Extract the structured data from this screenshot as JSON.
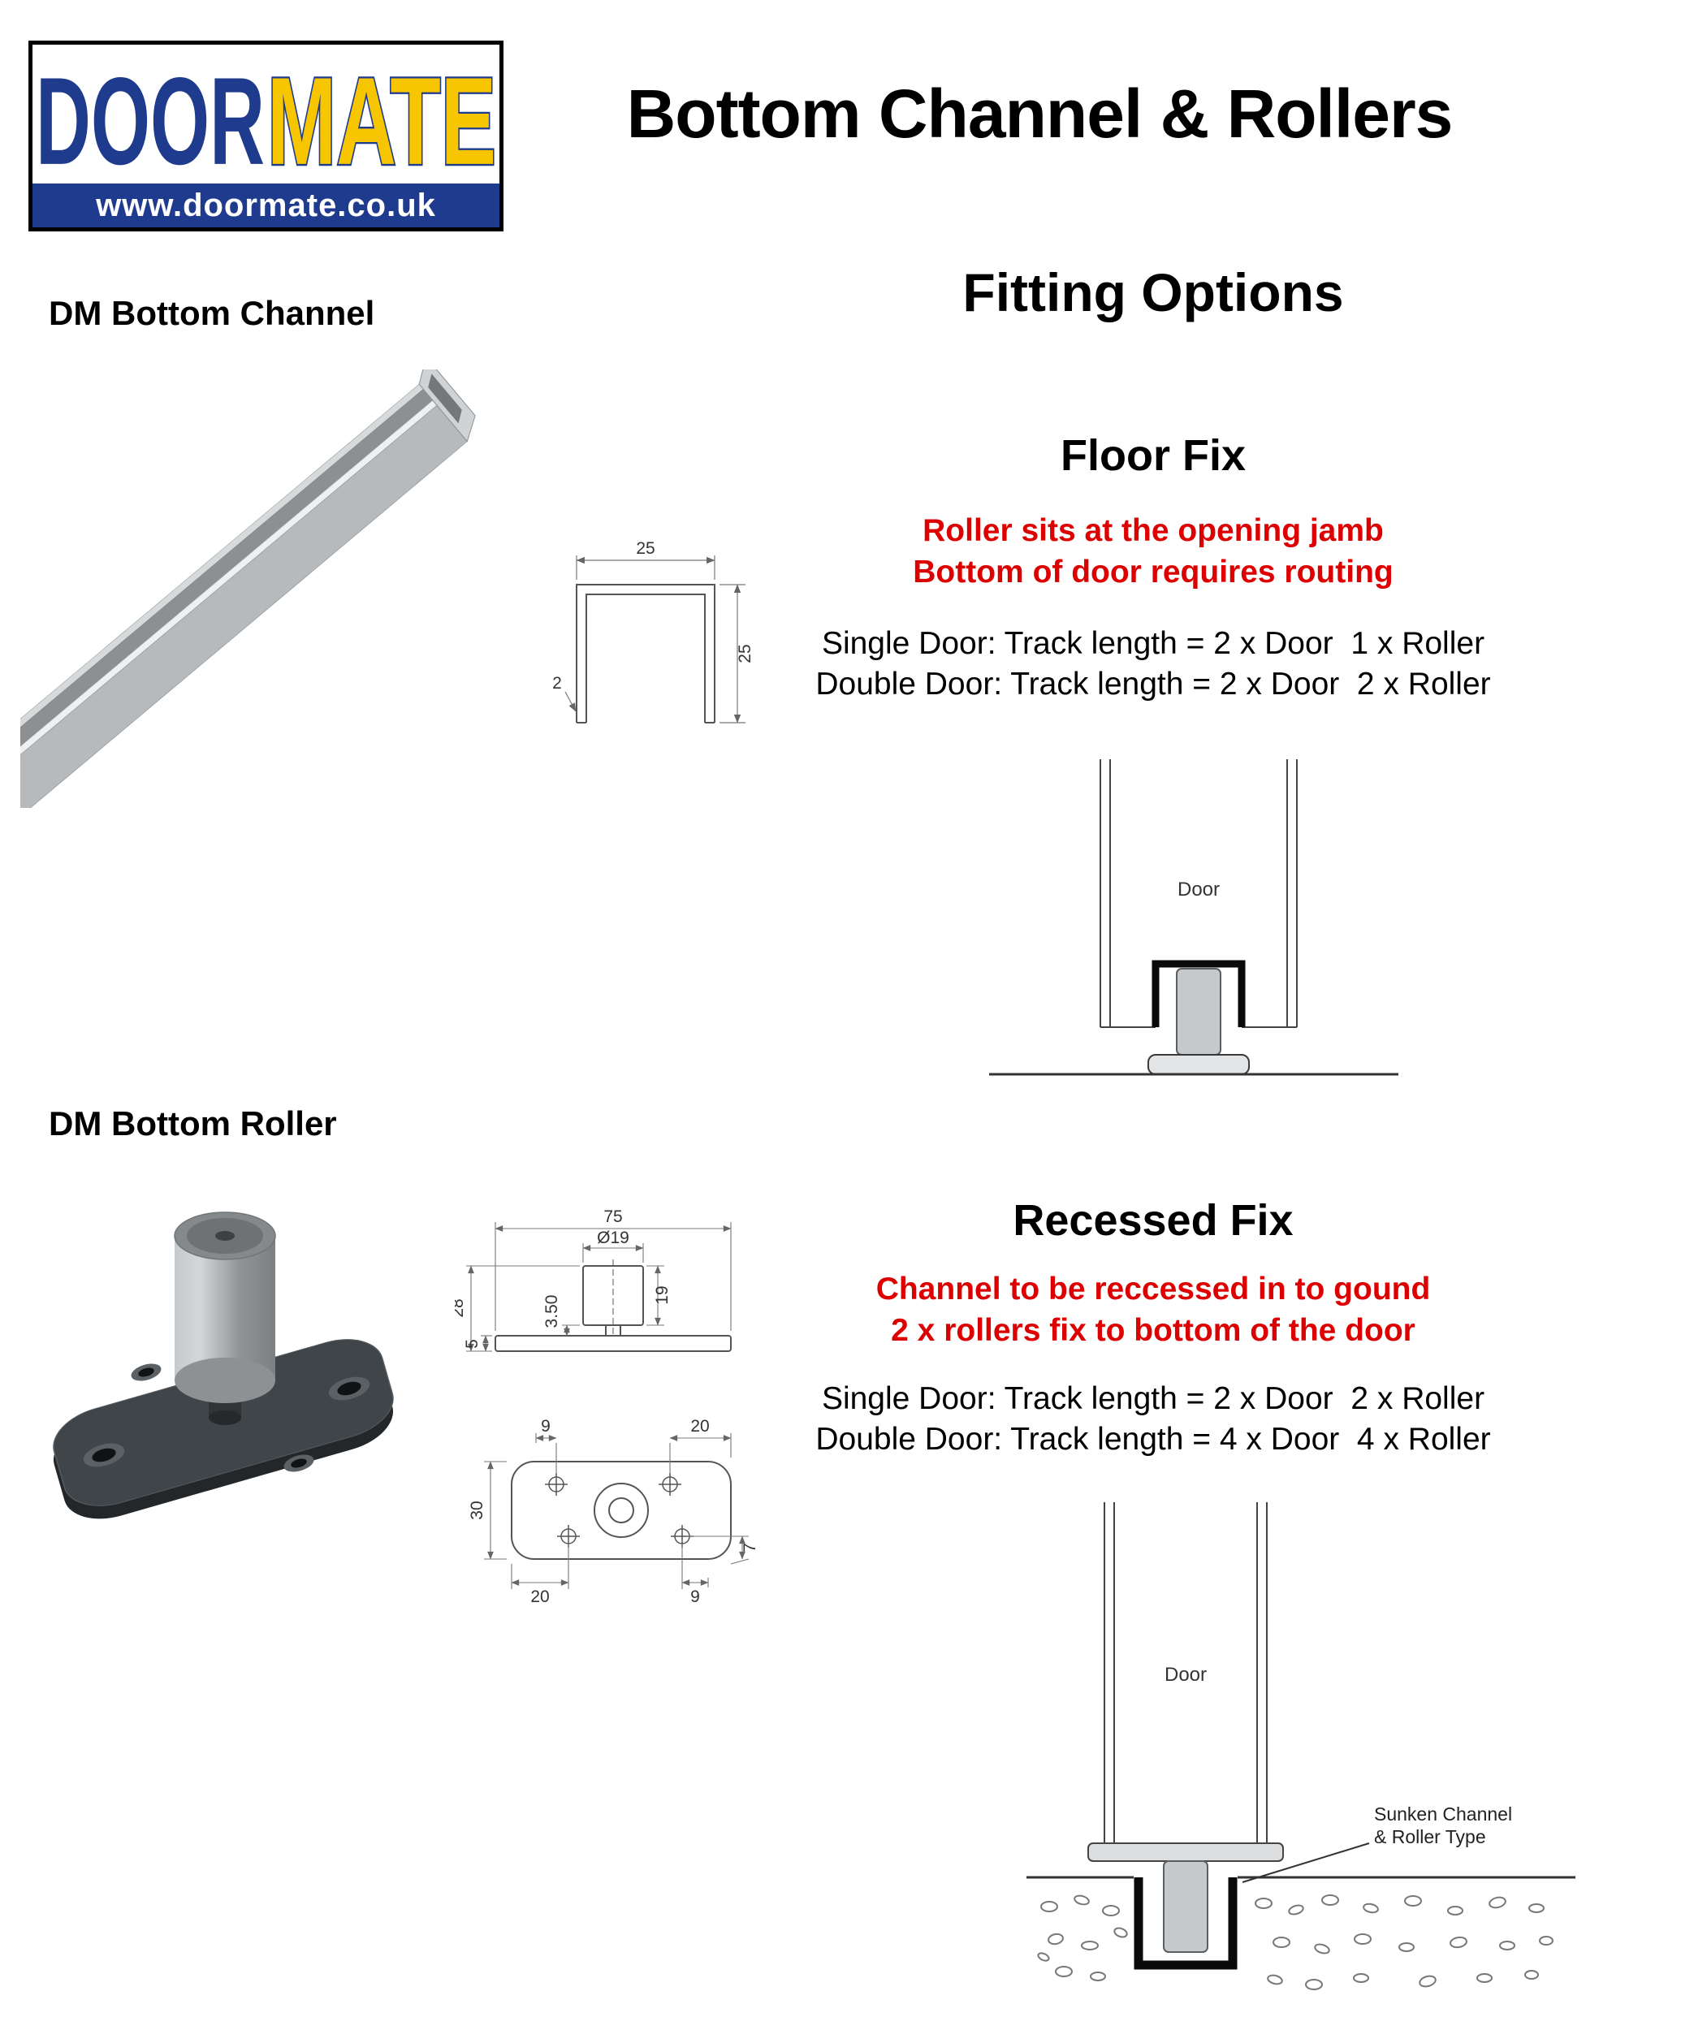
{
  "page": {
    "title": "Bottom Channel & Rollers"
  },
  "logo": {
    "brand_door": "DOOR",
    "brand_mate": "MATE",
    "url": "www.doormate.co.uk"
  },
  "sections": {
    "channel_label": "DM Bottom Channel",
    "roller_label": "DM Bottom Roller",
    "fitting_heading": "Fitting Options"
  },
  "channel_drawing": {
    "dim_width": "25",
    "dim_height": "25",
    "dim_thickness": "2"
  },
  "roller_side": {
    "dim_width": "75",
    "dim_diameter": "Ø19",
    "dim_total_height": "28",
    "dim_clearance": "3.50",
    "dim_roller_height": "19",
    "dim_plate_thickness": "5"
  },
  "roller_plan": {
    "dim_top_left": "9",
    "dim_top_right": "20",
    "dim_height": "30",
    "dim_bottom_left": "20",
    "dim_bottom_right": "9",
    "dim_edge_offset": "7"
  },
  "floor_fix": {
    "title": "Floor Fix",
    "warn1": "Roller sits at the opening jamb",
    "warn2": "Bottom of door requires routing",
    "spec1": "Single Door: Track length = 2 x Door  1 x Roller",
    "spec2": "Double Door: Track length = 2 x Door  2 x Roller",
    "door_label": "Door"
  },
  "recessed_fix": {
    "title": "Recessed Fix",
    "warn1": "Channel to be reccessed in to gound",
    "warn2": "2 x rollers fix to bottom of the door",
    "spec1": "Single Door: Track length = 2 x Door  2 x Roller",
    "spec2": "Double Door: Track length = 4 x Door  4 x Roller",
    "door_label": "Door",
    "note1": "Sunken Channel",
    "note2": "& Roller Type"
  },
  "colors": {
    "accent_red": "#dd0000",
    "brand_blue": "#1f3b8e",
    "brand_yellow": "#f7c600",
    "metal_gray": "#c0c3c6",
    "plate_dark": "#3f4549"
  }
}
